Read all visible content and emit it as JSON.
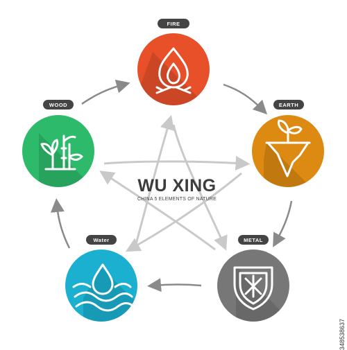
{
  "center": {
    "title": "WU XING",
    "subtitle": "CHINA 5 ELEMENTS OF NATURE"
  },
  "elements": [
    {
      "key": "fire",
      "label": "FIRE",
      "color": "#e8502a",
      "icon": "flame-icon"
    },
    {
      "key": "earth",
      "label": "EARTH",
      "color": "#dc8a12",
      "icon": "floating-island-sprout-icon"
    },
    {
      "key": "metal",
      "label": "METAL",
      "color": "#777777",
      "icon": "shield-star-icon"
    },
    {
      "key": "water",
      "label": "Water",
      "color": "#1bb0cf",
      "icon": "water-drop-waves-icon"
    },
    {
      "key": "wood",
      "label": "WOOD",
      "color": "#2dba6a",
      "icon": "bamboo-plant-icon"
    }
  ],
  "colors": {
    "arrow": "#8a8a8a",
    "star": "#c9c9c9",
    "label_bg": "#444444"
  },
  "watermark": "348538637"
}
